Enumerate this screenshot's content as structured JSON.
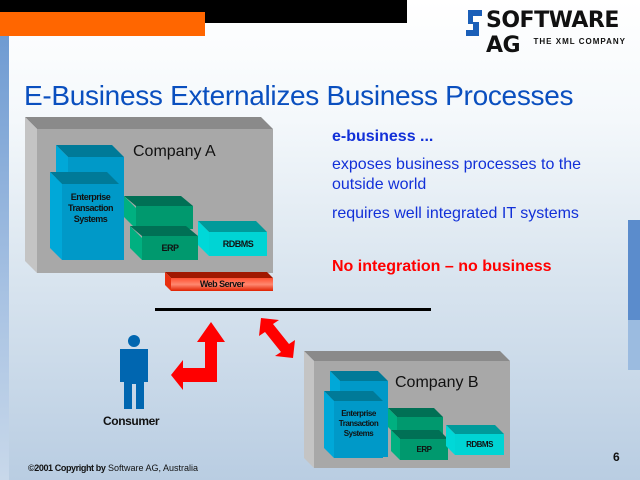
{
  "logo": {
    "name": "SOFTWARE AG",
    "tagline": "THE XML COMPANY"
  },
  "title": "E-Business Externalizes Business Processes",
  "bullets": {
    "heading": "e-business ...",
    "items": [
      "exposes business processes to the outside world",
      "requires well integrated IT systems"
    ],
    "emphasis": "No integration – no business"
  },
  "company_a": {
    "label": "Company A",
    "ets": "Enterprise Transaction Systems",
    "erp": "ERP",
    "rdbms": "RDBMS",
    "web_server": "Web Server"
  },
  "company_b": {
    "label": "Company B",
    "ets": "Enterprise Transaction Systems",
    "erp": "ERP",
    "rdbms": "RDBMS"
  },
  "consumer": "Consumer",
  "footer": {
    "copyright_bold": "©2001 Copyright by",
    "copyright_rest": "Software AG, Australia"
  },
  "page_number": "6",
  "colors": {
    "title": "#0a4fbf",
    "accent_orange": "#ff6600",
    "emphasis": "#ff0000",
    "bullet": "#1230d8"
  }
}
